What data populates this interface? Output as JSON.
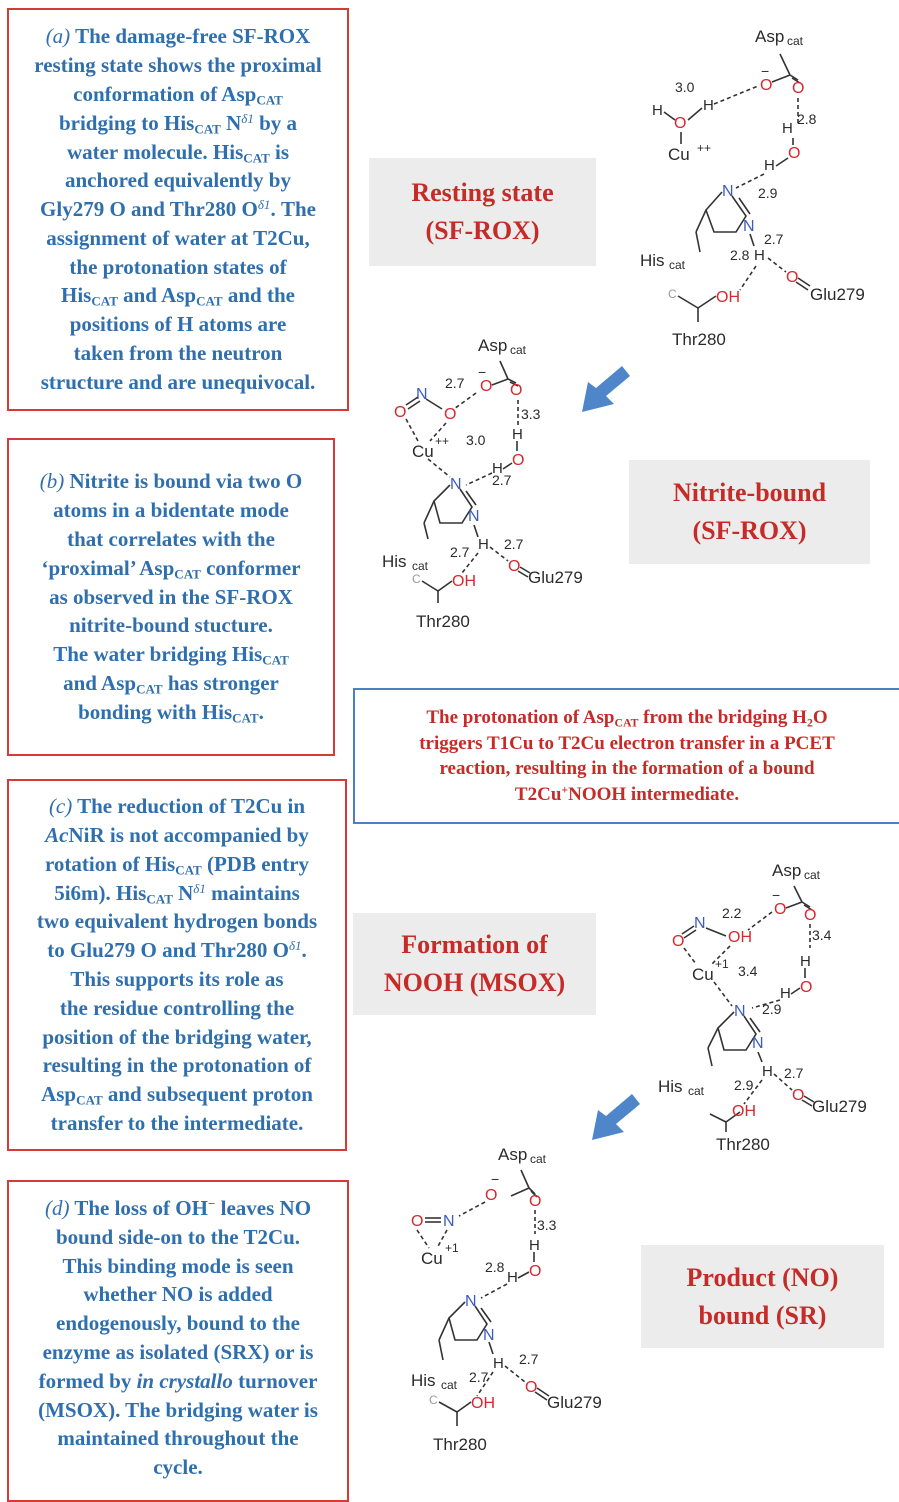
{
  "panels": {
    "a": {
      "letter": "(a)",
      "l1": "The damage-free SF-ROX",
      "l2": "resting state shows the proximal",
      "l3a": "conformation of Asp",
      "l3b": "CAT",
      "l4a": "bridging to His",
      "l4b": "CAT",
      "l4c": "N",
      "l4d": "δ1",
      "l4e": "by a",
      "l5a": "water molecule. His",
      "l5b": "CAT",
      "l5c": "is",
      "l6": "anchored equivalently by",
      "l7a": "Gly279 O and Thr280 O",
      "l7b": "δ1",
      "l7c": ". The",
      "l8": "assignment of water at T2Cu,",
      "l9": "the protonation states of",
      "l10a": "His",
      "l10b": "CAT",
      "l10c": "and Asp",
      "l10d": "CAT",
      "l10e": "and the",
      "l11": "positions of H atoms are",
      "l12": "taken from the neutron",
      "l13": "structure and are unequivocal."
    },
    "b": {
      "letter": "(b)",
      "l1": "Nitrite is bound via two O",
      "l2": "atoms in a bidentate mode",
      "l3": "that correlates with the",
      "l4a": "‘proximal’ Asp",
      "l4b": "CAT",
      "l4c": "conformer",
      "l5": "as observed in the SF-ROX",
      "l6": "nitrite-bound stucture.",
      "l7a": "The water bridging His",
      "l7b": "CAT",
      "l8a": "and Asp",
      "l8b": "CAT",
      "l8c": "has stronger",
      "l9a": "bonding with His",
      "l9b": "CAT",
      "l9c": "."
    },
    "c": {
      "letter": "(c)",
      "l1": "The reduction of T2Cu in",
      "l2a": "Ac",
      "l2b": "NiR is not accompanied by",
      "l3a": "rotation of His",
      "l3b": "CAT",
      "l3c": "(PDB entry",
      "l4a": "5i6m). His",
      "l4b": "CAT",
      "l4c": "N",
      "l4d": "δ1",
      "l4e": "maintains",
      "l5": "two equivalent hydrogen bonds",
      "l6a": "to Glu279 O and Thr280 O",
      "l6b": "δ1",
      "l6c": ".",
      "l7": "This supports its role as",
      "l8": "the residue controlling the",
      "l9": "position of the bridging water,",
      "l10": "resulting in the protonation of",
      "l11a": "Asp",
      "l11b": "CAT",
      "l11c": "and subsequent proton",
      "l12": "transfer to the intermediate."
    },
    "d": {
      "letter": "(d)",
      "l1a": "The loss of OH",
      "l1b": "−",
      "l1c": "leaves NO",
      "l2": "bound side-on to the T2Cu.",
      "l3": "This binding mode is seen",
      "l4": "whether NO is added",
      "l5": "endogenously, bound to the",
      "l6": "enzyme as isolated (SRX) or is",
      "l7a": "formed by",
      "l7b": "in crystallo",
      "l7c": "turnover",
      "l8": "(MSOX). The bridging water is",
      "l9": "maintained throughout the",
      "l10": "cycle."
    }
  },
  "states": {
    "resting": {
      "line1": "Resting state",
      "line2": "(SF-ROX)"
    },
    "nitrite": {
      "line1": "Nitrite-bound",
      "line2": "(SF-ROX)"
    },
    "nooh": {
      "line1": "Formation of",
      "line2": "NOOH (MSOX)"
    },
    "product": {
      "line1": "Product (NO)",
      "line2": "bound (SR)"
    }
  },
  "note": {
    "l1a": "The protonation of Asp",
    "l1b": "CAT",
    "l1c": "from the bridging H",
    "l1d": "2",
    "l1e": "O",
    "l2": "triggers T1Cu to T2Cu electron transfer in a PCET",
    "l3": "reaction, resulting in the formation of a bound",
    "l4a": "T2Cu",
    "l4b": "+",
    "l4c": "NOOH intermediate."
  },
  "labels": {
    "asp": "Asp",
    "cat": "cat",
    "his": "His",
    "glu": "Glu279",
    "thr": "Thr280",
    "O": "O",
    "N": "N",
    "H": "H",
    "C": "C",
    "cu": "Cu",
    "cu2": "++",
    "cu1": "+1",
    "minus": "−",
    "oh": "OH"
  },
  "distances": {
    "resting": [
      "3.0",
      "2.8",
      "2.9",
      "2.8",
      "2.7"
    ],
    "nitrite": [
      "2.7",
      "3.3",
      "3.0",
      "2.7",
      "2.7",
      "2.7"
    ],
    "nooh": [
      "2.2",
      "3.4",
      "3.4",
      "2.9",
      "2.9",
      "2.7"
    ],
    "product": [
      "3.3",
      "2.8",
      "2.7",
      "2.7"
    ]
  },
  "colors": {
    "panel_border": "#d53a36",
    "panel_text": "#2f6fae",
    "state_text": "#c52b27",
    "state_bg": "#ececec",
    "note_border": "#4a80c4",
    "arrow": "#4f86c9"
  },
  "icons": [
    "down-left-arrow-icon",
    "down-left-arrow-icon"
  ]
}
